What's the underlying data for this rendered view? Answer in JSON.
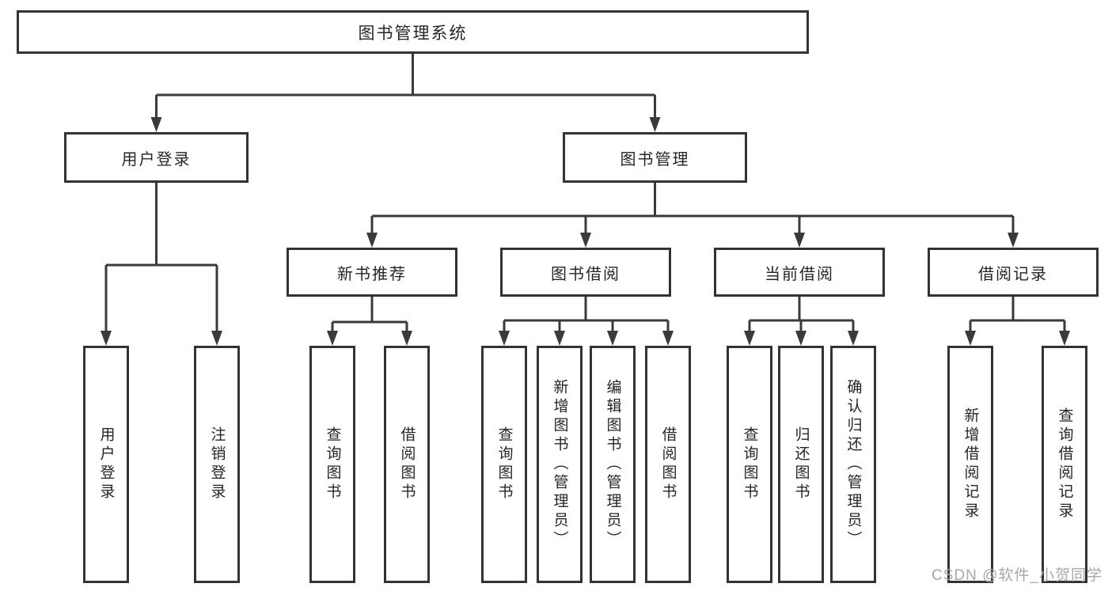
{
  "diagram_title": "图书管理系统",
  "watermark": "CSDN @软件_小贺同学",
  "colors": {
    "line": "#3a3a3a",
    "box_border": "#333333",
    "box_fill": "#ffffff",
    "text": "#262626",
    "watermark": "#a9a9a9"
  },
  "tree": {
    "root": {
      "label": "图书管理系统"
    },
    "branches": [
      {
        "label": "用户登录",
        "leaves": [
          "用户登录",
          "注销登录"
        ]
      },
      {
        "label": "图书管理",
        "children": [
          {
            "label": "新书推荐",
            "leaves": [
              "查询图书",
              "借阅图书"
            ]
          },
          {
            "label": "图书借阅",
            "leaves": [
              "查询图书",
              "新增图书（管理员）",
              "编辑图书（管理员）",
              "借阅图书"
            ]
          },
          {
            "label": "当前借阅",
            "leaves": [
              "查询图书",
              "归还图书",
              "确认归还（管理员）"
            ]
          },
          {
            "label": "借阅记录",
            "leaves": [
              "新增借阅记录",
              "查询借阅记录"
            ]
          }
        ]
      }
    ]
  }
}
